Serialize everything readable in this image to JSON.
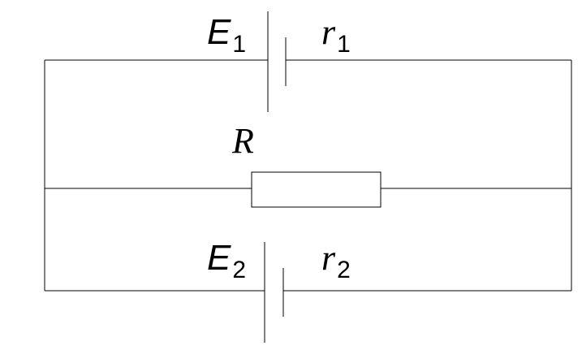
{
  "labels": {
    "emf1": {
      "symbol": "E",
      "subscript": "1"
    },
    "internal_r1": {
      "symbol": "r",
      "subscript": "1"
    },
    "resistor": {
      "symbol": "R"
    },
    "emf2": {
      "symbol": "E",
      "subscript": "2"
    },
    "internal_r2": {
      "symbol": "r",
      "subscript": "2"
    }
  }
}
